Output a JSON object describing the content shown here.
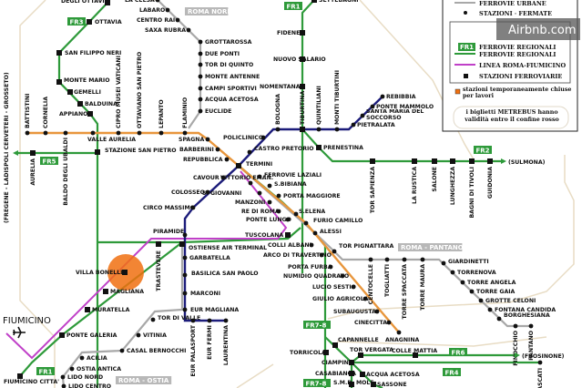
{
  "colors": {
    "lineA": "#e8963c",
    "lineB": "#1c1c7a",
    "urban": "#a8a8a8",
    "regional": "#2e9a3a",
    "fiumicino": "#c040c8",
    "closed": "#f07010",
    "boundary": "#e8dcc4"
  },
  "line_tags": {
    "fr3": "FR3",
    "fr5": "FR5",
    "fr1_north": "FR1",
    "fr1_south": "FR1",
    "fr2": "FR2",
    "fr6": "FR6",
    "fr4": "FR4",
    "fr78_a": "FR7-8",
    "fr78_b": "FR7-8"
  },
  "line_names": {
    "roma_nord": "ROMA NORD",
    "roma_pantano": "ROMA - PANTANO",
    "roma_ostia": "ROMA - OSTIA"
  },
  "destinations": {
    "west": "(FREGENE - LADISPOLI CERVETERI - GROSSETO)",
    "sulmona": "(SULMONA)",
    "frosinone": "(FROSINONE)",
    "fiumicino": "FIUMICINO"
  },
  "stations": [
    "BATTISTINI",
    "CORNELIA",
    "BALDO DEGLI UBALDI",
    "VALLE AURELIA",
    "CIPRO MUSEI VATICANI",
    "OTTAVIANO SAN PIETRO",
    "LEPANTO",
    "FLAMINIO",
    "SPAGNA",
    "BARBERINI",
    "REPUBBLICA",
    "TERMINI",
    "VITTORIO EMAN.",
    "S. GIOVANNI",
    "MANZONI",
    "RE DI ROMA",
    "PONTE LUNGO",
    "FURIO CAMILLO",
    "COLLI ALBANI",
    "ARCO DI TRAVERTINO",
    "PORTA FURBA",
    "NUMIDIO QUADRATO",
    "LUCIO SESTIO",
    "GIULIO AGRICOLA",
    "SUBAUGUSTA",
    "CINECITTA'",
    "ANAGNINA",
    "REBIBBIA",
    "PONTE MAMMOLO",
    "SANTA MARIA DEL SOCCORSO",
    "PIETRALATA",
    "MONTI TIBURTINI",
    "QUINTILIANI",
    "TIBURTINA",
    "BOLOGNA",
    "POLICLINICO",
    "CASTRO PRETORIO",
    "CAVOUR",
    "COLOSSEO",
    "CIRCO MASSIMO",
    "PIRAMIDE",
    "GARBATELLA",
    "BASILICA SAN PAOLO",
    "MARCONI",
    "EUR MAGLIANA",
    "EUR PALASPORT",
    "EUR FERMI",
    "LAURENTINA",
    "LA CELSA",
    "LABARO",
    "CENTRO RAI",
    "SAXA RUBRA",
    "GROTTAROSSA",
    "DUE PONTI",
    "TOR DI QUINTO",
    "MONTE ANTENNE",
    "CAMPI SPORTIVI",
    "ACQUA ACETOSA",
    "EUCLIDE",
    "DEGLI OTTAVI",
    "OTTAVIA",
    "SAN FILIPPO NERI",
    "MONTE MARIO",
    "GEMELLI",
    "BALDUINA",
    "APPIANO",
    "STAZIONE SAN PIETRO",
    "AURELIA",
    "SETTEBAGNI",
    "FIDENE",
    "NUOVO SALARIO",
    "NOMENTANA",
    "PRENESTINA",
    "TOR SAPIENZA",
    "LA RUSTICA",
    "SALONE",
    "LUNGHEZZA",
    "BAGNI DI TIVOLI",
    "GUIDONIA",
    "FERROVIE LAZIALI",
    "S.BIBIANA",
    "PORTA MAGGIORE",
    "S.ELENA",
    "ALESSI",
    "TOR PIGNATTARA",
    "CENTOCELLE",
    "TOGLIATTI",
    "TORRE SPACCATA",
    "TORRE MAURA",
    "GIARDINETTI",
    "TORRENOVA",
    "TORRE ANGELA",
    "TORRE GAIA",
    "GROTTE CELONI",
    "FONTANA CANDIDA",
    "BORGHESIANA",
    "FINOCCHIO",
    "PANTANO",
    "TRASTEVERE",
    "OSTIENSE AIR TERMINAL",
    "TUSCOLANA",
    "VILLA BONELLI",
    "MAGLIANA",
    "MURATELLA",
    "PONTE GALERIA",
    "FIUMICINO CITTA'",
    "TOR DI VALLE",
    "VITINIA",
    "CASAL BERNOCCHI",
    "ACILIA",
    "OSTIA ANTICA",
    "LIDO NORD",
    "LIDO CENTRO",
    "CAPANNELLE",
    "TORRICOLA",
    "TOR VERGATA",
    "COLLE MATTIA",
    "CIAMPINO",
    "CASABIANCA",
    "S.M.D. MOLE",
    "ACQUA ACETOSA",
    "SASSONE",
    "FRASCATI"
  ],
  "legend": {
    "urban": "FERROVIE URBANE",
    "stops": "STAZIONI · FERMATE",
    "fr_tag": "FR1",
    "regional1": "FERROVIE REGIONALI",
    "regional2": "FERROVIE REGIONALI",
    "fiumicino": "LINEA ROMA-FIUMICINO",
    "rail_stations": "STAZIONI FERROVIARIE",
    "closed": "stazioni temporaneamente chiuse per lavori",
    "metrebus": "i biglietti METREBUS hanno validità entro il confine rosso"
  },
  "watermark": "Airbnb.com"
}
